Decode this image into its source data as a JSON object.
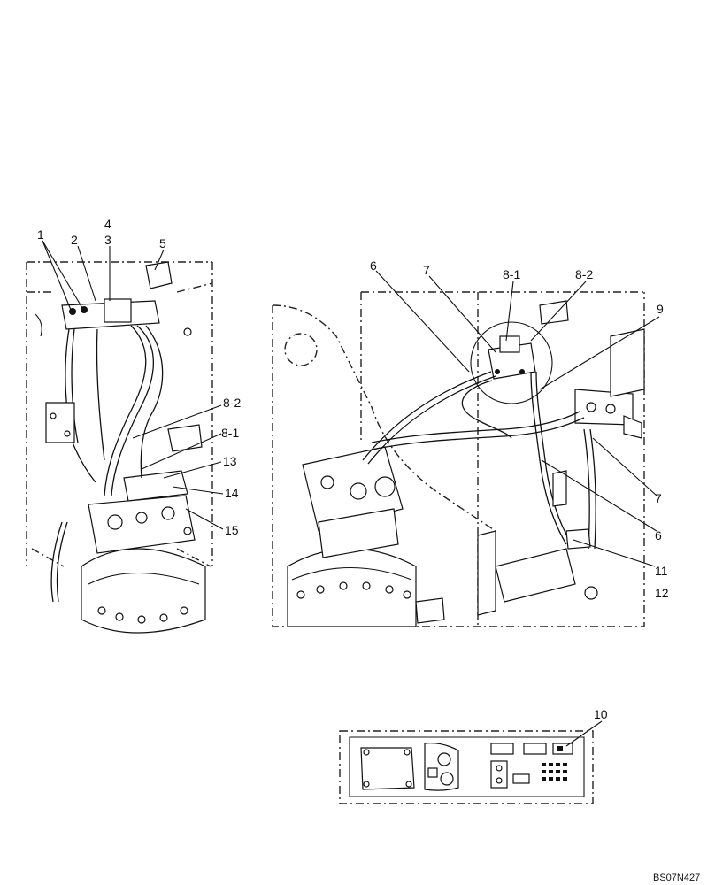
{
  "left_view": {
    "callouts": [
      "1",
      "2",
      "4",
      "3",
      "5",
      "8-2",
      "8-1",
      "13",
      "14",
      "15"
    ]
  },
  "right_view": {
    "callouts": [
      "6",
      "7",
      "8-1",
      "8-2",
      "9",
      "7",
      "6",
      "11",
      "12"
    ]
  },
  "panel_view": {
    "callouts": [
      "10"
    ]
  },
  "drawing_code": "BS07N427"
}
